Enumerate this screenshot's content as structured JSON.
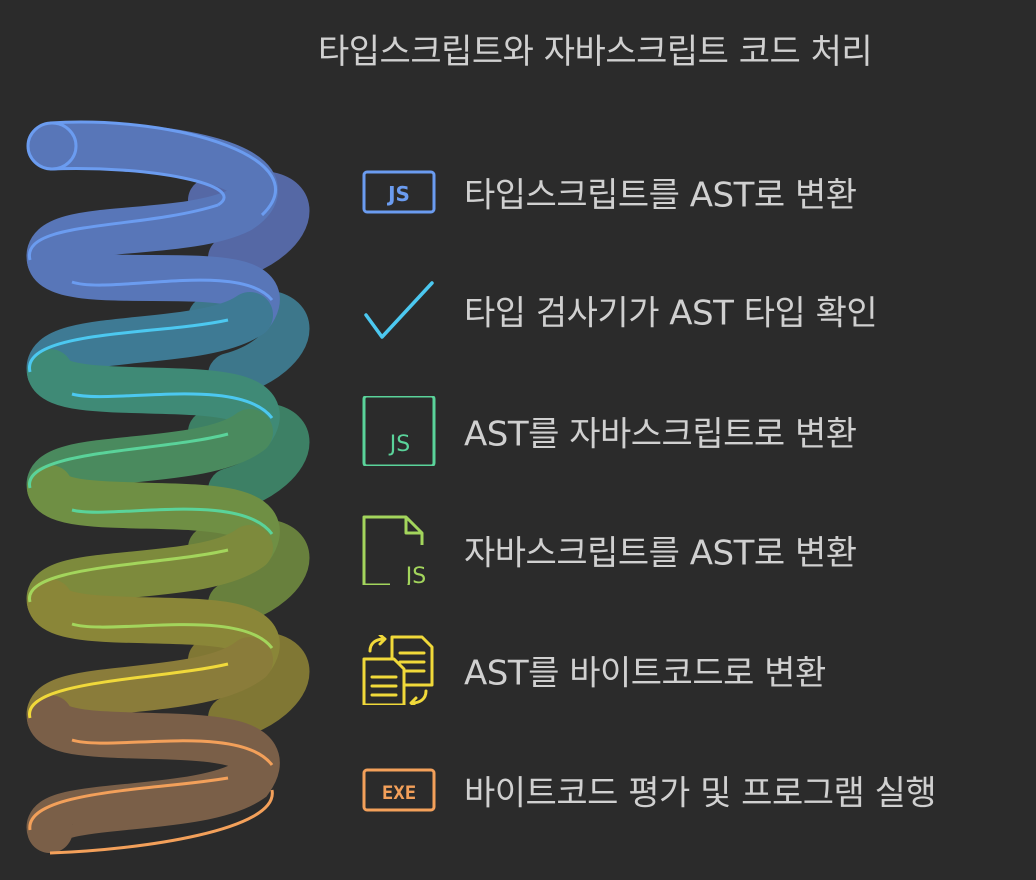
{
  "title": "타입스크립트와 자바스크립트 코드 처리",
  "steps": [
    {
      "label": "타입스크립트를 AST로 변환",
      "icon": "ts-js-file-icon",
      "color": "#6b9cf0",
      "badge": "JS"
    },
    {
      "label": "타입 검사기가 AST 타입 확인",
      "icon": "checkmark-icon",
      "color": "#4cc8f0",
      "badge": ""
    },
    {
      "label": "AST를 자바스크립트로 변환",
      "icon": "js-box-icon",
      "color": "#5ad39a",
      "badge": "JS"
    },
    {
      "label": "자바스크립트를 AST로 변환",
      "icon": "js-file-icon",
      "color": "#a3d55c",
      "badge": "JS"
    },
    {
      "label": "AST를 바이트코드로 변환",
      "icon": "document-swap-icon",
      "color": "#f0d93a",
      "badge": ""
    },
    {
      "label": "바이트코드 평가 및 프로그램 실행",
      "icon": "exe-icon",
      "color": "#f3a05a",
      "badge": "EXE"
    }
  ]
}
